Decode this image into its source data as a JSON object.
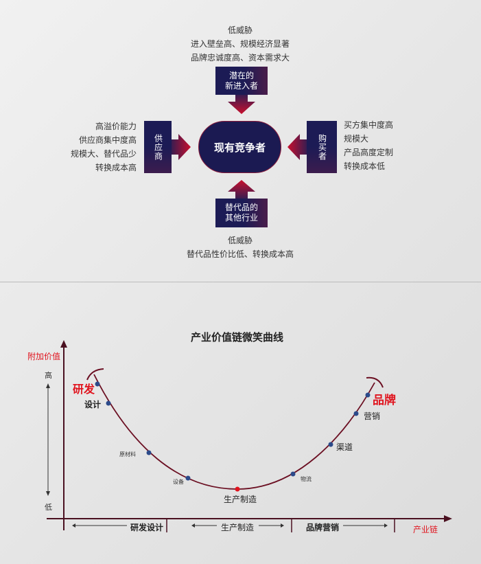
{
  "forces": {
    "top": {
      "label_line1": "潜在的",
      "label_line2": "新进入者",
      "notes": [
        "低威胁",
        "进入壁垒高、规模经济显著",
        "品牌忠诚度高、资本需求大"
      ]
    },
    "left": {
      "label": "供应商",
      "notes": [
        "高溢价能力",
        "供应商集中度高",
        "规模大、替代品少",
        "转换成本高"
      ]
    },
    "right": {
      "label": "购买者",
      "notes": [
        "买方集中度高",
        "规模大",
        "产品高度定制",
        "转换成本低"
      ]
    },
    "bottom": {
      "label_line1": "替代品的",
      "label_line2": "其他行业",
      "notes": [
        "低威胁",
        "替代品性价比低、转换成本高"
      ]
    },
    "center": "现有竞争者"
  },
  "smile": {
    "title": "产业价值链微笑曲线",
    "y_axis_label": "附加价值",
    "y_high": "高",
    "y_low": "低",
    "x_axis_label": "产业链",
    "points": {
      "rd": "研发",
      "design": "设计",
      "material": "原材料",
      "equipment": "设备",
      "manufacturing": "生产制造",
      "logistics": "物流",
      "channel": "渠道",
      "marketing": "营销",
      "brand": "品牌"
    },
    "segments": [
      "研发设计",
      "生产制造",
      "品牌营销"
    ],
    "colors": {
      "curve": "#6b0f22",
      "dot": "#2c4a8a",
      "accent": "#e0141e"
    }
  }
}
